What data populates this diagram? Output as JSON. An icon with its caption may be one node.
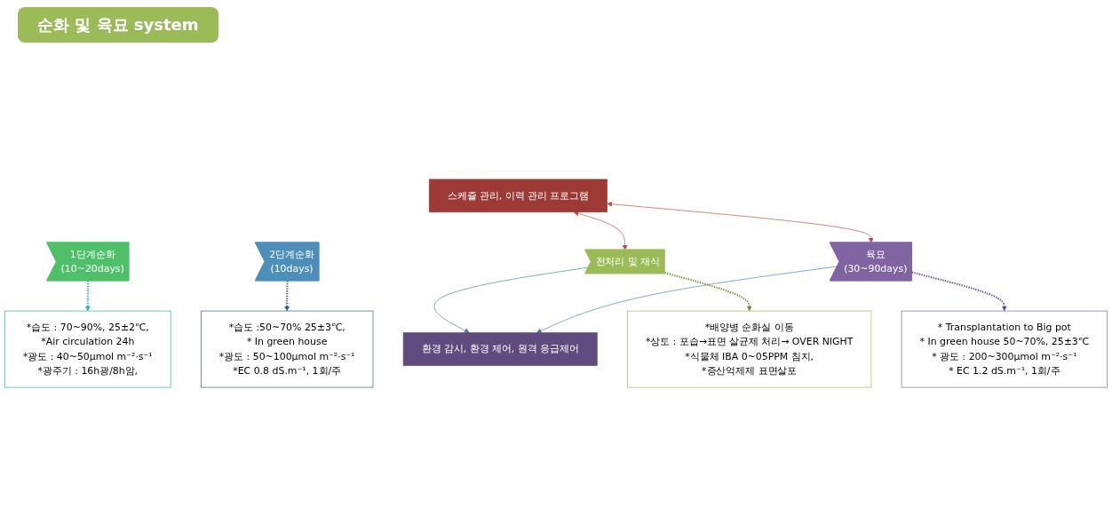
{
  "diagram": {
    "title": "순화 및 육묘 system",
    "nodes": [
      {
        "text": [
          "환경 감시, 환경 제어, 원격 응급제어"
        ]
      },
      {
        "text": [
          "전처리 및 재식"
        ]
      },
      {
        "text": [
          "1단계순화",
          "(10~20days)"
        ]
      },
      {
        "text": [
          "2단계순화",
          "(10days)"
        ]
      },
      {
        "text": [
          "육묘",
          "(30~90days)"
        ]
      },
      {
        "text": [
          "*배양병 순화실 이동",
          "*상토 : 포습→표면 살균제 처리→ OVER NIGHT",
          "*식물체 IBA 0~05PPM 침지,",
          "*증산억제제 표면살포"
        ]
      },
      {
        "text": [
          "*습도 : 70~90%, 25±2℃,",
          "*Air circulation 24h",
          "*광도 : 40~50μmol m⁻²·s⁻¹",
          "*광주기 : 16h광/8h암,"
        ]
      },
      {
        "text": [
          "*습도 :50~70% 25±3℃,",
          "* In green house",
          "*광도 : 50~100μmol m⁻²·s⁻¹",
          "*EC 0.8 dS.m⁻¹, 1회/주"
        ]
      },
      {
        "text": [
          "* Transplantation to Big pot",
          "* In green house  50~70%, 25±3℃",
          "* 광도 : 200~300μmol m⁻²·s⁻¹",
          "* EC 1.2 dS.m⁻¹, 1회/주"
        ]
      },
      {
        "text": [
          "스케쥴 관리, 이력 관리 프로그램"
        ]
      }
    ],
    "edges": [
      {
        "from": 1,
        "to": 0,
        "arrow": "to",
        "color": "#4a7ebb"
      },
      {
        "from": 4,
        "to": 0,
        "arrow": "to",
        "color": "#4a7ebb"
      },
      {
        "from": 1,
        "to": 5,
        "arrow": "to",
        "style": "dashed",
        "color": "#77933c"
      },
      {
        "from": 2,
        "to": 6,
        "arrow": "to",
        "style": "dashed",
        "color": "#2bb59a"
      },
      {
        "from": 3,
        "to": 7,
        "arrow": "to",
        "style": "dashed",
        "color": "#2e5f95"
      },
      {
        "from": 4,
        "to": 8,
        "arrow": "to",
        "style": "dashed",
        "color": "#6a4d8f"
      },
      {
        "from": 9,
        "to": 1,
        "arrow": "both",
        "color": "#be4b48"
      },
      {
        "from": 9,
        "to": 4,
        "arrow": "both",
        "color": "#be4b48"
      }
    ]
  }
}
